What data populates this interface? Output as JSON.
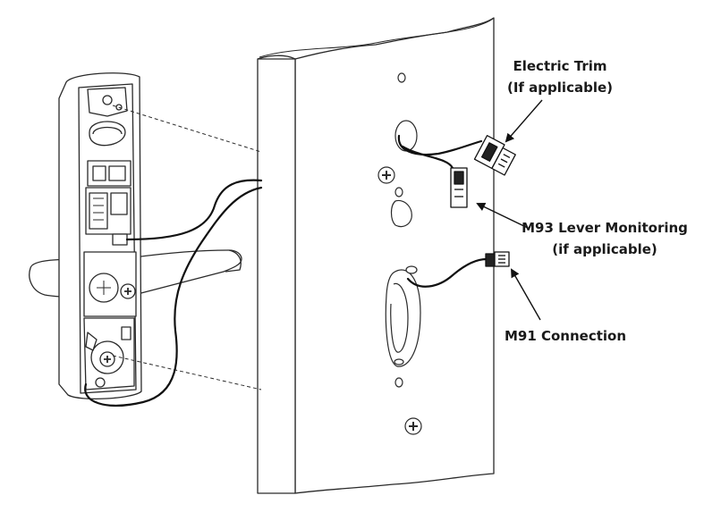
{
  "callouts": {
    "electric_trim": {
      "line1": "Electric Trim",
      "line2": "(If applicable)"
    },
    "m93": {
      "line1": "M93 Lever Monitoring",
      "line2": "(if applicable)"
    },
    "m91": {
      "line1": "M91 Connection"
    }
  },
  "colors": {
    "ink": "#1a1a1a",
    "paper": "#ffffff"
  }
}
